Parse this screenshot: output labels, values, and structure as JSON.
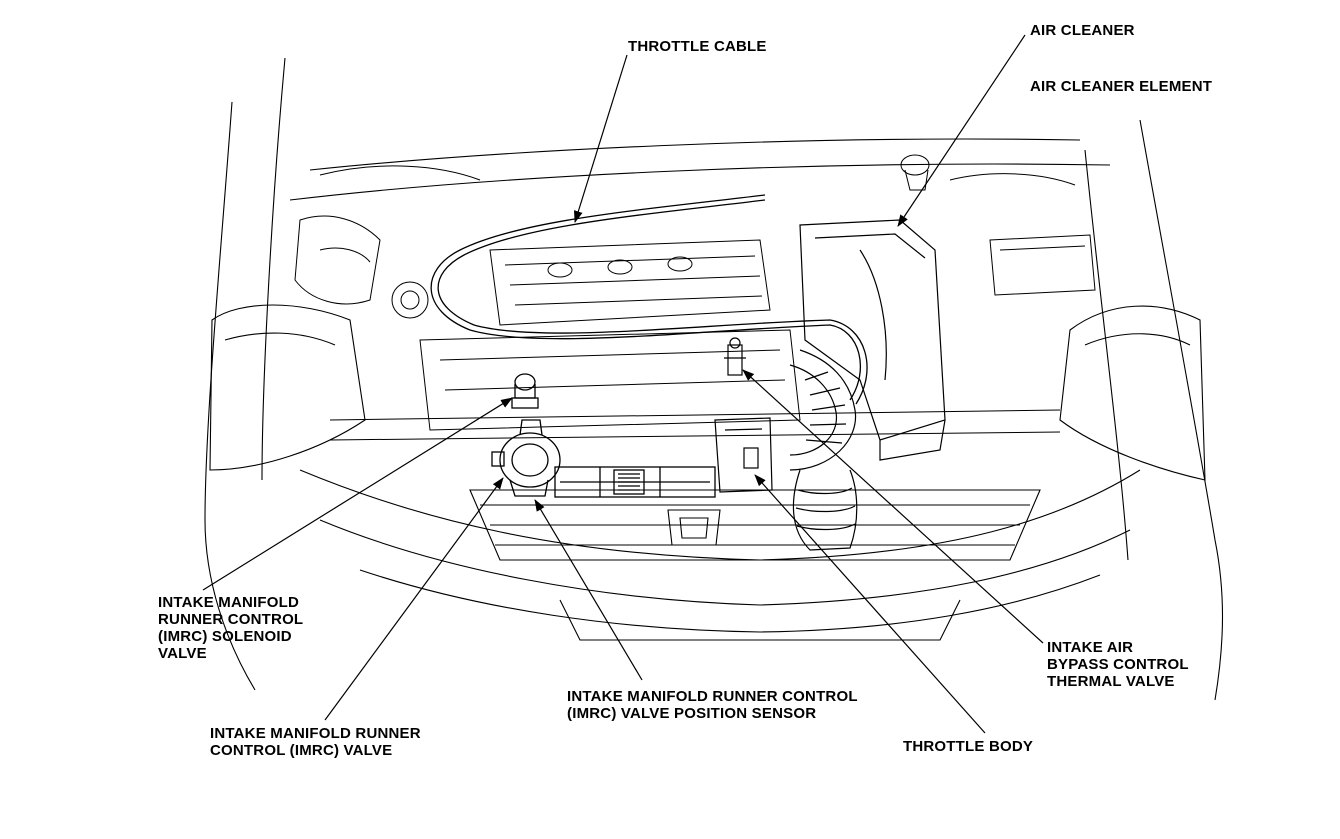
{
  "labels": {
    "throttle_cable": [
      "THROTTLE CABLE"
    ],
    "air_cleaner": [
      "AIR CLEANER"
    ],
    "air_cleaner_element": [
      "AIR CLEANER ELEMENT"
    ],
    "imrc_solenoid_valve": [
      "INTAKE MANIFOLD",
      "RUNNER CONTROL",
      "(IMRC) SOLENOID",
      "VALVE"
    ],
    "imrc_valve": [
      "INTAKE MANIFOLD RUNNER",
      "CONTROL (IMRC) VALVE"
    ],
    "imrc_position_sensor": [
      "INTAKE MANIFOLD RUNNER CONTROL",
      "(IMRC) VALVE POSITION SENSOR"
    ],
    "intake_air_bypass_thermal_valve": [
      "INTAKE AIR",
      "BYPASS CONTROL",
      "THERMAL VALVE"
    ],
    "throttle_body": [
      "THROTTLE BODY"
    ]
  },
  "colors": {
    "ink": "#000000",
    "background": "#ffffff"
  }
}
